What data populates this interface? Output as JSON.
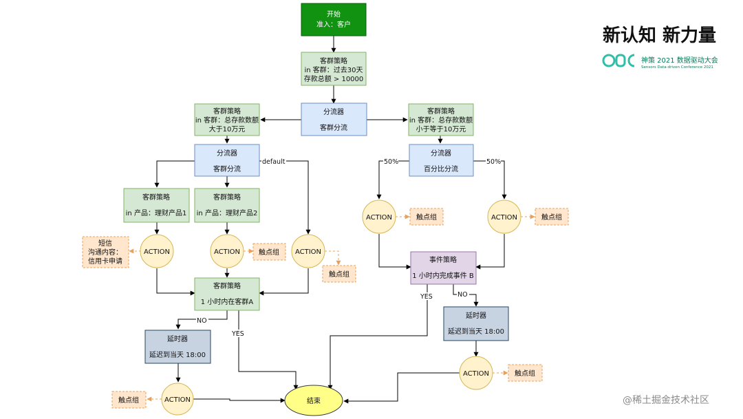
{
  "nodes": {
    "start": {
      "line1": "开始",
      "line2": "准入：客户"
    },
    "strategy_top": {
      "line1": "客群策略",
      "line2": "in 客群：过去30天",
      "line3": "存款总额 > 10000"
    },
    "splitter_main": {
      "line1": "分流器",
      "line2": "客群分流"
    },
    "strategy_left": {
      "line1": "客群策略",
      "line2": "in 客群：总存款数额",
      "line3": "大于10万元"
    },
    "strategy_right": {
      "line1": "客群策略",
      "line2": "in 客群：总存款数额",
      "line3": "小于等于10万元"
    },
    "splitter_left": {
      "line1": "分流器",
      "line2": "客群分流"
    },
    "splitter_right": {
      "line1": "分流器",
      "line2": "百分比分流"
    },
    "product1": {
      "line1": "客群策略",
      "line2": "in 产品：理财产品1"
    },
    "product2": {
      "line1": "客群策略",
      "line2": "in 产品：理财产品2"
    },
    "action_a": "ACTION",
    "action_b": "ACTION",
    "action_c": "ACTION",
    "action_d": "ACTION",
    "action_e": "ACTION",
    "action_f": "ACTION",
    "action_g": "ACTION",
    "sms": {
      "line1": "短信",
      "line2": "沟通内容：",
      "line3": "信用卡申请"
    },
    "touch1": "触点组",
    "touch2": "触点组",
    "touch3": "触点组",
    "touch4": "触点组",
    "touch5": "触点组",
    "touch6": "触点组",
    "strategy_1h": {
      "line1": "客群策略",
      "line2": "1 小时内在客群A"
    },
    "event_strategy": {
      "line1": "事件策略",
      "line2": "1 小时内完成事件 B"
    },
    "delay_left": {
      "line1": "延时器",
      "line2": "延迟到当天 18:00"
    },
    "delay_right": {
      "line1": "延时器",
      "line2": "延迟到当天 18:00"
    },
    "end": "结束"
  },
  "edge_labels": {
    "default": "default",
    "pct_left": "50%",
    "pct_right": "50%",
    "no_left": "NO",
    "yes_left": "YES",
    "yes_right": "YES",
    "no_right": "NO"
  },
  "branding": {
    "slogan": "新认知 新力量",
    "logo": "SDC",
    "conference_cn": "神策 2021 数据驱动大会",
    "conference_en": "Sensors Data-driven Conference 2021",
    "juejin": "@稀土掘金技术社区"
  },
  "colors": {
    "start_fill": "#119211",
    "strategy_fill": "#d5e8d4",
    "strategy_stroke": "#82b366",
    "splitter_fill": "#dae8fc",
    "splitter_stroke": "#6c8ebf",
    "action_fill": "#fff2cc",
    "action_stroke": "#d6b656",
    "touch_fill": "#ffe6cc",
    "touch_stroke": "#e8a15b",
    "event_fill": "#e1d5e7",
    "event_stroke": "#9673a6",
    "delay_fill": "#c8d3e2",
    "delay_stroke": "#23445d",
    "end_fill": "#ffff88",
    "logo_color": "#2fbfa8"
  }
}
